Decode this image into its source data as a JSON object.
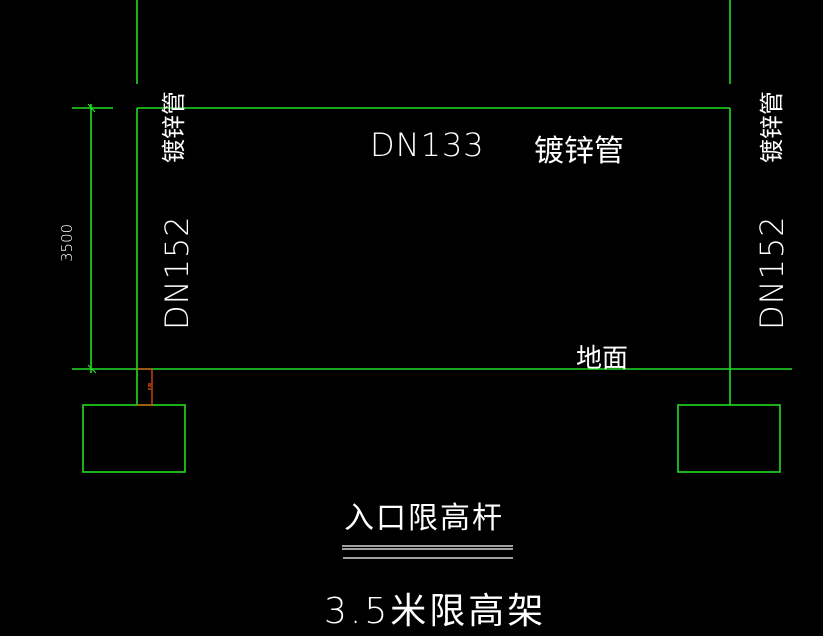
{
  "drawing": {
    "colors": {
      "background": "#000000",
      "lines": "#22dd22",
      "text": "#ffffff",
      "marker": "#e05010"
    },
    "labels": {
      "left_pipe_material": "镀锌管",
      "right_pipe_material": "镀锌管",
      "left_pipe_size": "DN152",
      "right_pipe_size": "DN152",
      "top_pipe_size": "DN133",
      "top_pipe_material": "镀锌管",
      "dimension": "3500",
      "ground": "地面",
      "subtitle": "入口限高杆",
      "title": "3.5米限高架"
    }
  }
}
